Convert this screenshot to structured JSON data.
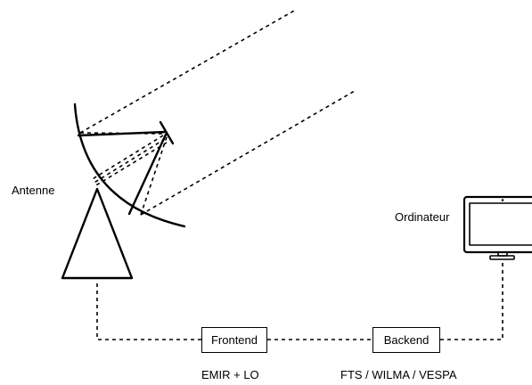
{
  "labels": {
    "antenna": "Antenne",
    "computer": "Ordinateur",
    "frontend_detail": "EMIR + LO",
    "backend_detail": "FTS / WILMA / VESPA"
  },
  "blocks": {
    "frontend": "Frontend",
    "backend": "Backend"
  },
  "icons": {
    "antenna": "parabolic-antenna-icon",
    "computer": "monitor-icon"
  },
  "colors": {
    "line": "#000000",
    "background": "#ffffff"
  }
}
